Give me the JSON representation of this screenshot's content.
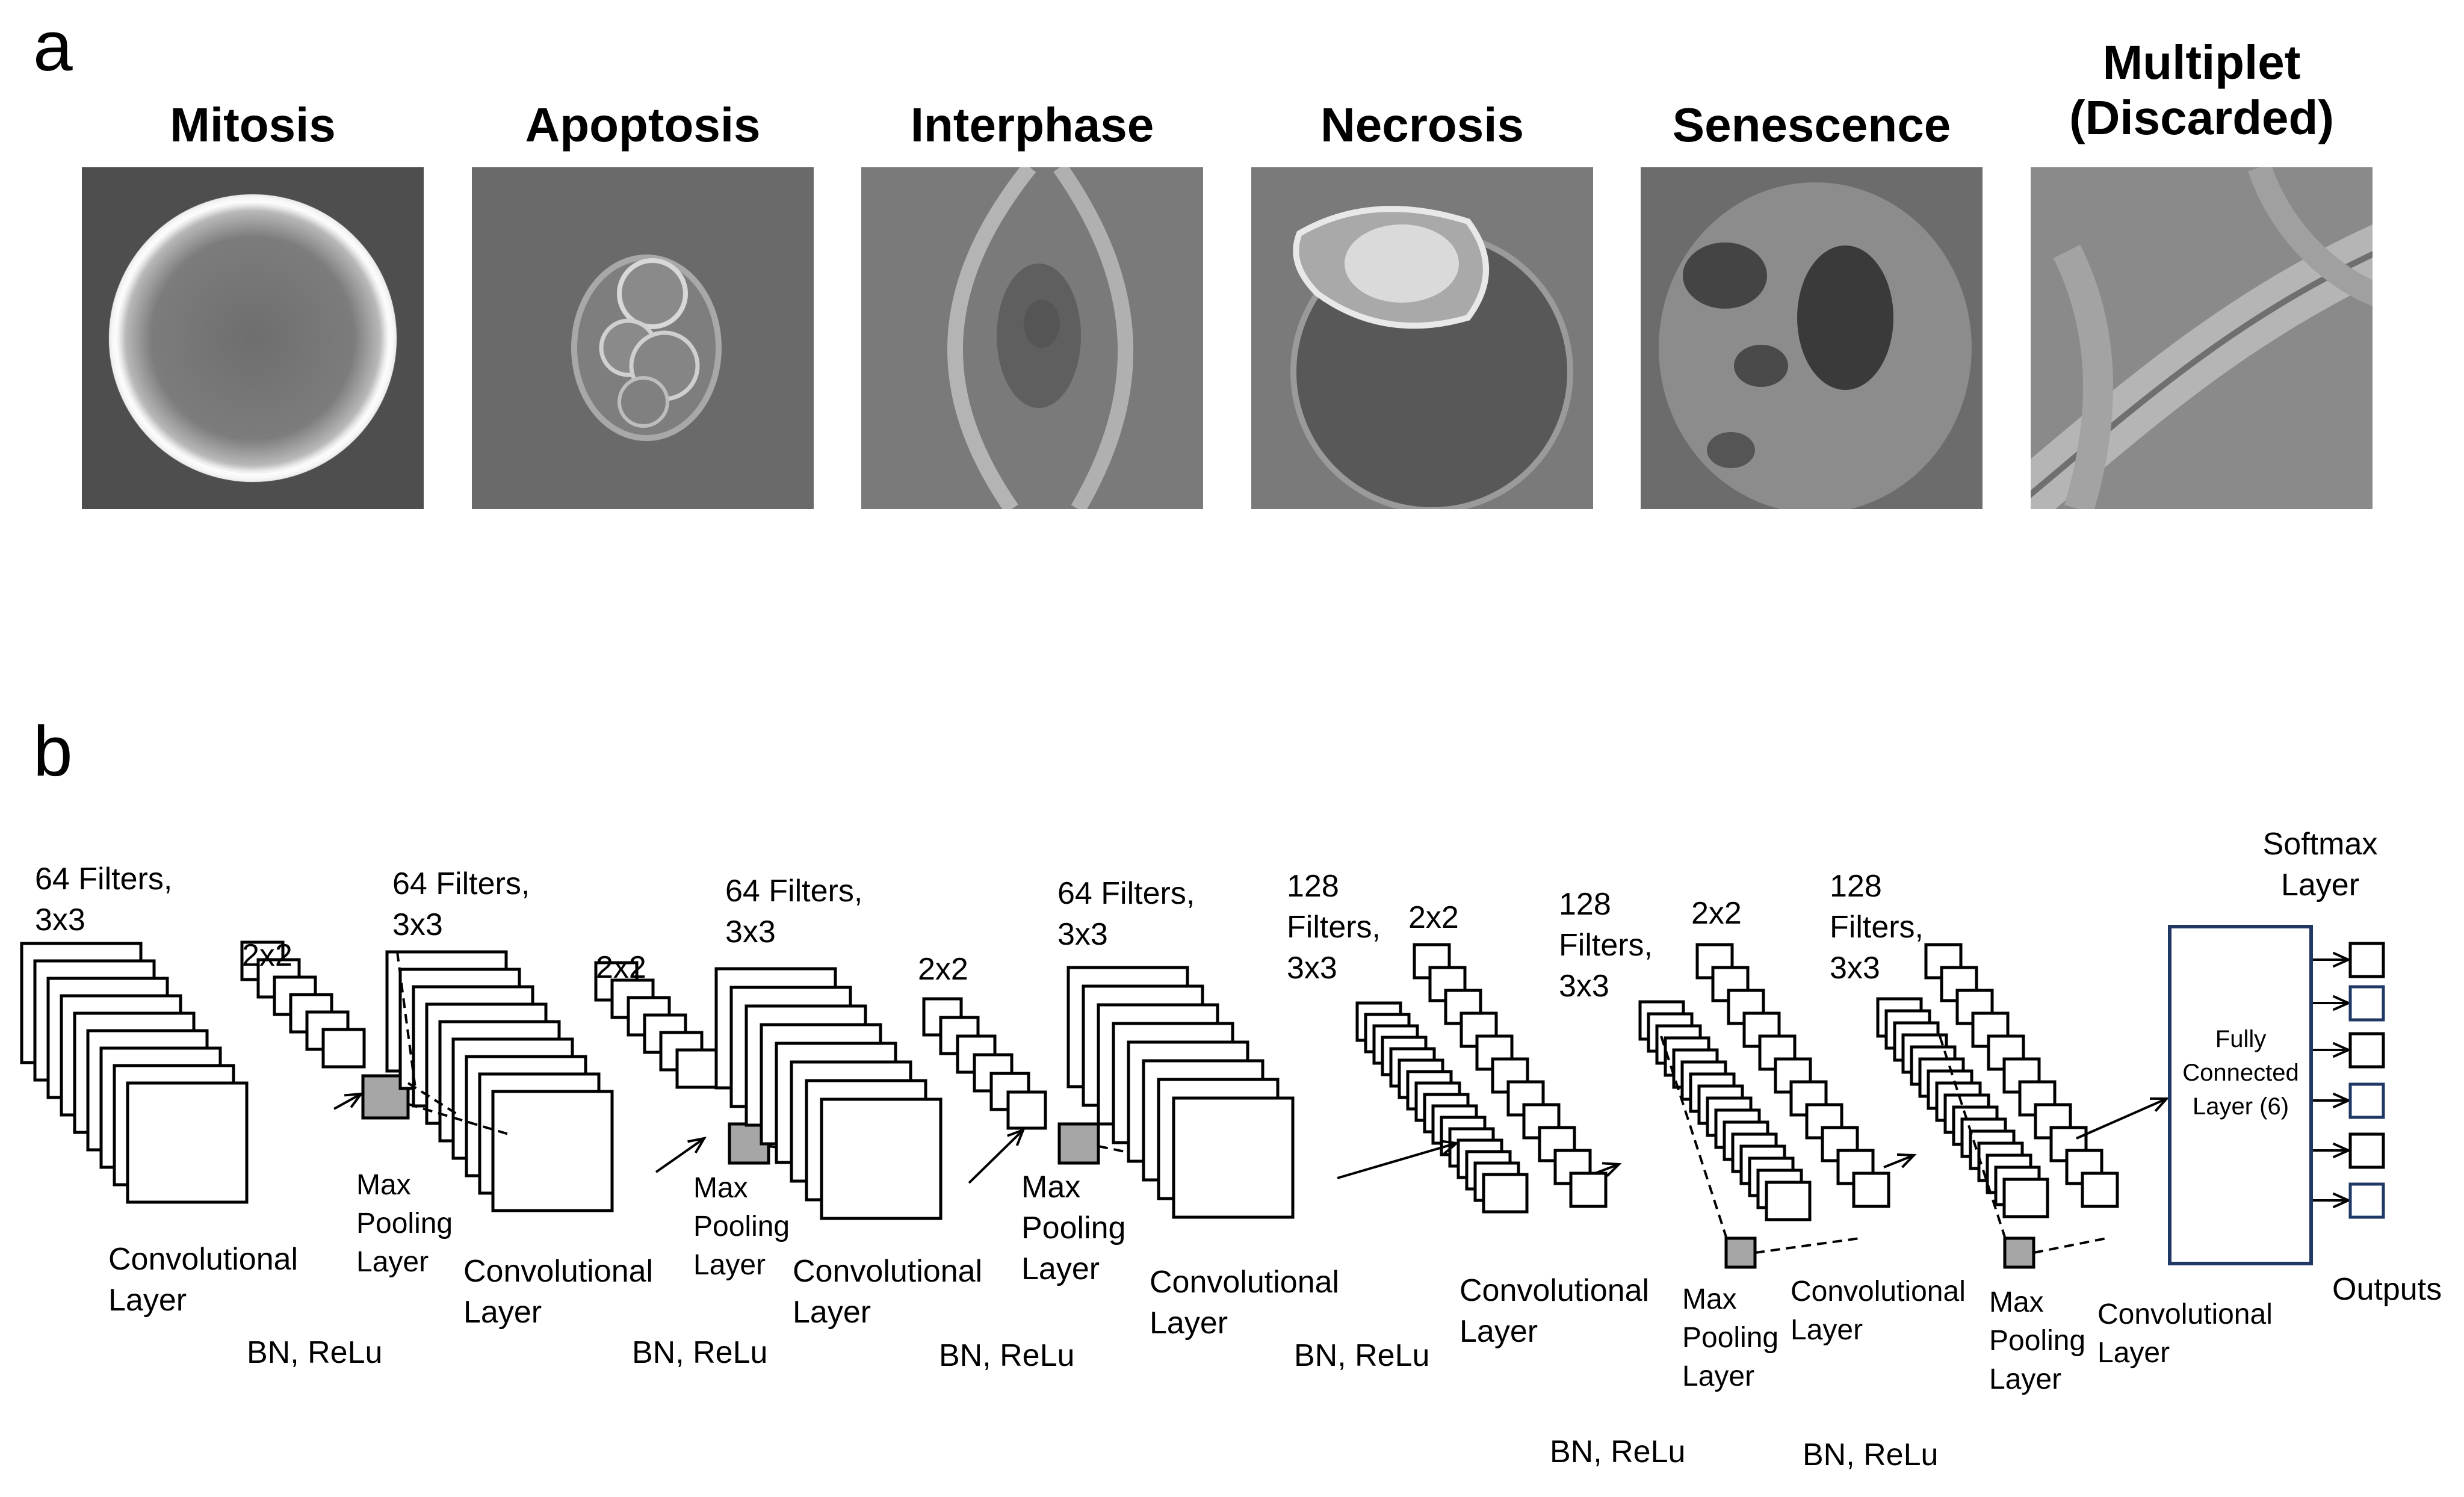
{
  "panel_a": {
    "letter": "a",
    "cells": [
      {
        "title": "Mitosis"
      },
      {
        "title": "Apoptosis"
      },
      {
        "title": "Interphase"
      },
      {
        "title": "Necrosis"
      },
      {
        "title": "Senescence"
      },
      {
        "title_line1": "Multiplet",
        "title_line2": "(Discarded)"
      }
    ]
  },
  "panel_b": {
    "letter": "b",
    "labels": {
      "f64_1": [
        "64 Filters,",
        "3x3"
      ],
      "f64_2": [
        "64 Filters,",
        "3x3"
      ],
      "f64_3": [
        "64 Filters,",
        "3x3"
      ],
      "f64_4": [
        "64 Filters,",
        "3x3"
      ],
      "f128_1": [
        "128",
        "Filters,",
        "3x3"
      ],
      "f128_2": [
        "128",
        "Filters,",
        "3x3"
      ],
      "f128_3": [
        "128",
        "Filters,",
        "3x3"
      ],
      "pool_size": "2x2",
      "conv_layer": [
        "Convolutional",
        "Layer"
      ],
      "max_pool": [
        "Max",
        "Pooling",
        "Layer"
      ],
      "bn_relu": "BN, ReLu",
      "softmax": [
        "Softmax",
        "Layer"
      ],
      "fully_connected": [
        "Fully",
        "Connected",
        "Layer (6)"
      ],
      "outputs": "Outputs"
    },
    "colors": {
      "stroke": "#000000",
      "pool_fill": "#a6a6a6",
      "fc_border": "#1f3864",
      "output_border": "#1f3864"
    }
  }
}
